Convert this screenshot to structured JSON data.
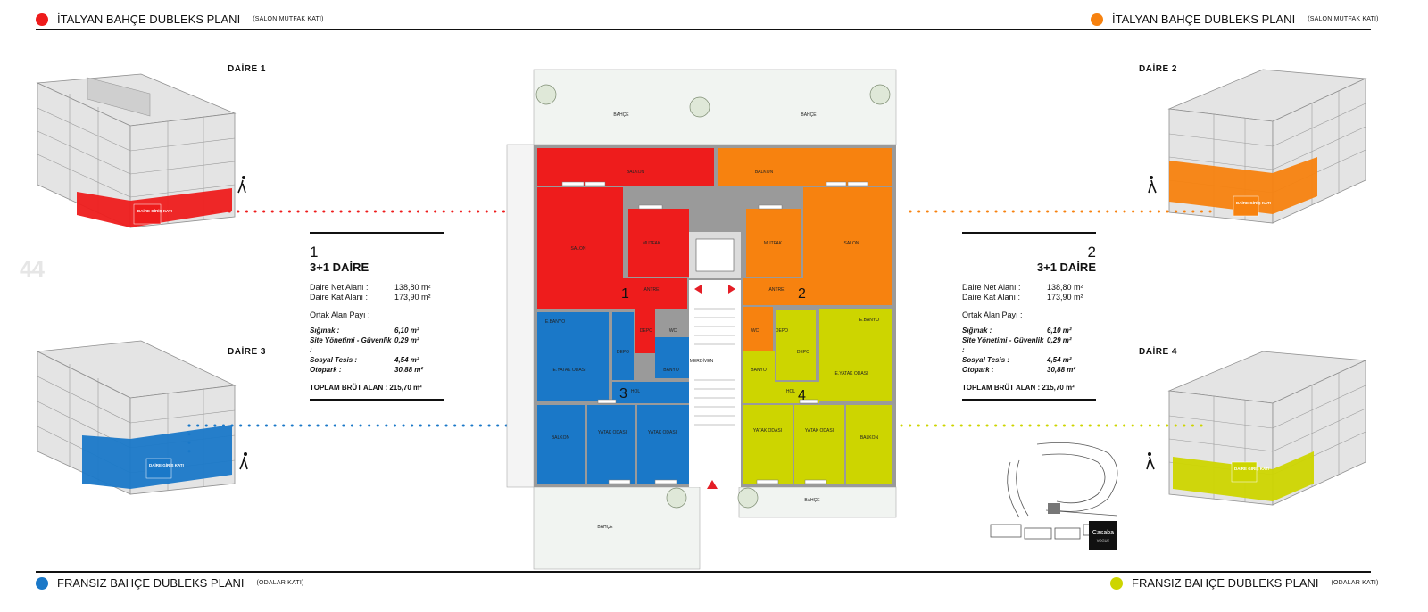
{
  "headers": {
    "top_left": {
      "title": "İTALYAN BAHÇE DUBLEKS PLANI",
      "subtitle": "(SALON MUTFAK KATI)",
      "color": "#ee1c1c"
    },
    "top_right": {
      "title": "İTALYAN BAHÇE DUBLEKS PLANI",
      "subtitle": "(SALON MUTFAK KATI)",
      "color": "#f7820f"
    },
    "bottom_left": {
      "title": "FRANSIZ BAHÇE DUBLEKS PLANI",
      "subtitle": "(ODALAR KATI)",
      "color": "#1a78c8"
    },
    "bottom_right": {
      "title": "FRANSIZ BAHÇE DUBLEKS PLANI",
      "subtitle": "(ODALAR KATI)",
      "color": "#cdd500"
    }
  },
  "page_number": "44",
  "units": {
    "daire1": {
      "label": "DAİRE 1",
      "entry_label": "DAİRE GİRİŞ KATI",
      "color": "#ee1c1c"
    },
    "daire2": {
      "label": "DAİRE 2",
      "entry_label": "DAİRE GİRİŞ KATI",
      "color": "#f7820f"
    },
    "daire3": {
      "label": "DAİRE 3",
      "entry_label": "DAİRE GİRİŞ KATI",
      "color": "#1a78c8"
    },
    "daire4": {
      "label": "DAİRE 4",
      "entry_label": "DAİRE GİRİŞ KATI",
      "color": "#cdd500"
    }
  },
  "info_left": {
    "number": "1",
    "type": "3+1 DAİRE",
    "net_label": "Daire Net Alanı :",
    "net_value": "138,80 m²",
    "kat_label": "Daire Kat Alanı :",
    "kat_value": "173,90 m²",
    "ortak_label": "Ortak Alan Payı :",
    "items": [
      {
        "label": "Sığınak :",
        "value": "6,10 m²"
      },
      {
        "label": "Site Yönetimi - Güvenlik :",
        "value": "0,29 m²"
      },
      {
        "label": "Sosyal Tesis :",
        "value": "4,54 m²"
      },
      {
        "label": "Otopark :",
        "value": "30,88 m²"
      }
    ],
    "total": "TOPLAM BRÜT ALAN : 215,70 m²"
  },
  "info_right": {
    "number": "2",
    "type": "3+1 DAİRE",
    "net_label": "Daire Net Alanı :",
    "net_value": "138,80 m²",
    "kat_label": "Daire Kat Alanı :",
    "kat_value": "173,90 m²",
    "ortak_label": "Ortak Alan Payı :",
    "items": [
      {
        "label": "Sığınak :",
        "value": "6,10 m²"
      },
      {
        "label": "Site Yönetimi - Güvenlik :",
        "value": "0,29 m²"
      },
      {
        "label": "Sosyal Tesis :",
        "value": "4,54 m²"
      },
      {
        "label": "Otopark :",
        "value": "30,88 m²"
      }
    ],
    "total": "TOPLAM BRÜT ALAN : 215,70 m²"
  },
  "plan": {
    "bahce": "BAHÇE",
    "balkon": "BALKON",
    "salon": "SALON",
    "mutfak": "MUTFAK",
    "antre": "ANTRE",
    "e_banyo": "E.BANYO",
    "depo": "DEPO",
    "wc": "WC",
    "e_yatak": "E.YATAK ODASI",
    "banyo": "BANYO",
    "hol": "HOL",
    "yatak": "YATAK ODASI",
    "merdiven": "MERDİVEN",
    "unit_numbers": [
      "1",
      "2",
      "3",
      "4"
    ]
  },
  "brand": "Casaba VOGUE"
}
